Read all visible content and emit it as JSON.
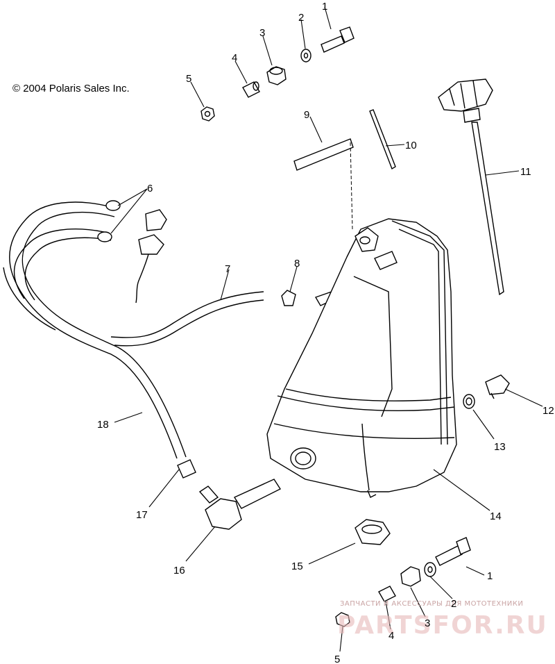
{
  "copyright": "© 2004 Polaris Sales Inc.",
  "watermark": {
    "tagline": "ЗАПЧАСТИ И АКСЕССУАРЫ ДЛЯ МОТОТЕХНИКИ",
    "brand": "PARTSFOR.RU"
  },
  "callouts": {
    "c1_top": "1",
    "c2_top": "2",
    "c3_top": "3",
    "c4_top": "4",
    "c5_top": "5",
    "c6": "6",
    "c7": "7",
    "c8": "8",
    "c9": "9",
    "c10": "10",
    "c11": "11",
    "c12": "12",
    "c13": "13",
    "c14": "14",
    "c15": "15",
    "c16": "16",
    "c17": "17",
    "c18": "18",
    "c1_bottom": "1",
    "c2_bottom": "2",
    "c3_bottom": "3",
    "c4_bottom": "4",
    "c5_bottom": "5"
  }
}
